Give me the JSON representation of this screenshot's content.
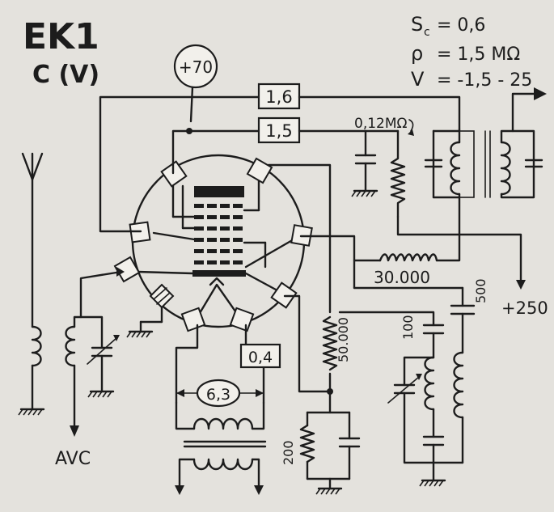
{
  "tube": {
    "name": "EK1",
    "type_code": "C (V)"
  },
  "specs": [
    {
      "sym": "S",
      "sub": "c",
      "value": "= 0,6"
    },
    {
      "sym": "ρ",
      "sub": "",
      "value": "= 1,5 MΩ"
    },
    {
      "sym": "V",
      "sub": "",
      "value": "= -1,5 - 25"
    }
  ],
  "pin_voltages": {
    "g4": "1,6",
    "g3g5": "1,5",
    "g2": "+70",
    "g1": "0,4",
    "heater": "6,3"
  },
  "components": {
    "r_anode": "0,12MΩ",
    "r_screen": "30.000",
    "r_cathode_feed": "50.000",
    "r_cathode": "200",
    "c_coupling": "500",
    "c_tank": "100"
  },
  "labels": {
    "b_plus": "+250",
    "avc": "AVC"
  },
  "colors": {
    "paper": "#e4e2dd",
    "ink": "#1c1c1c"
  }
}
